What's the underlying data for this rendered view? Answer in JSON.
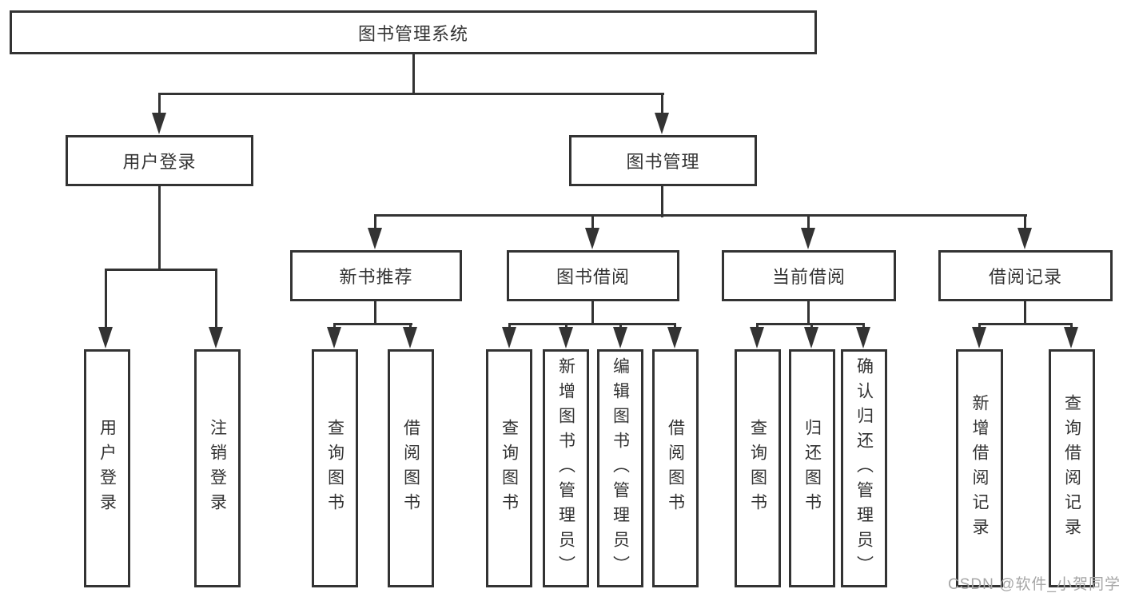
{
  "diagram_type": "hierarchy-tree",
  "colors": {
    "background": "#ffffff",
    "box_border": "#333333",
    "line": "#333333",
    "text": "#333333",
    "watermark_text": "#a6a6a6"
  },
  "tree": {
    "label": "图书管理系统",
    "children": [
      {
        "label": "用户登录",
        "children": [
          {
            "label": "用户登录"
          },
          {
            "label": "注销登录"
          }
        ]
      },
      {
        "label": "图书管理",
        "children": [
          {
            "label": "新书推荐",
            "children": [
              {
                "label": "查询图书"
              },
              {
                "label": "借阅图书"
              }
            ]
          },
          {
            "label": "图书借阅",
            "children": [
              {
                "label": "查询图书"
              },
              {
                "label": "新增图书（管理员）"
              },
              {
                "label": "编辑图书（管理员）"
              },
              {
                "label": "借阅图书"
              }
            ]
          },
          {
            "label": "当前借阅",
            "children": [
              {
                "label": "查询图书"
              },
              {
                "label": "归还图书"
              },
              {
                "label": "确认归还（管理员）"
              }
            ]
          },
          {
            "label": "借阅记录",
            "children": [
              {
                "label": "新增借阅记录"
              },
              {
                "label": "查询借阅记录"
              }
            ]
          }
        ]
      }
    ]
  },
  "watermark": "CSDN @软件_小贺同学"
}
